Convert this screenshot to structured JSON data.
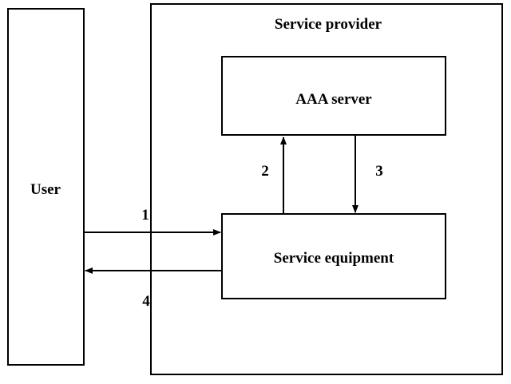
{
  "user_label": "User",
  "provider_label": "Service provider",
  "aaa_label": "AAA server",
  "equipment_label": "Service equipment",
  "steps": {
    "s1": "1",
    "s2": "2",
    "s3": "3",
    "s4": "4"
  },
  "colors": {
    "line": "#000000",
    "background": "#ffffff"
  }
}
